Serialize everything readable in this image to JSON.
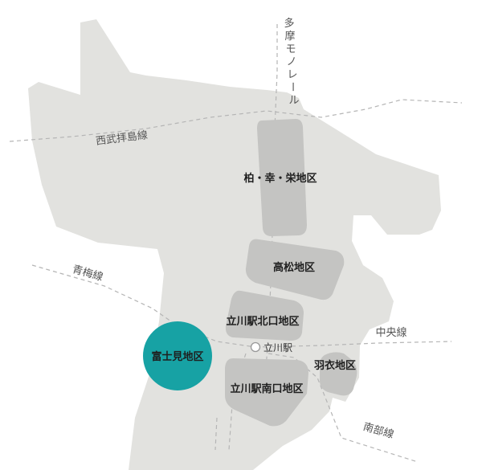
{
  "colors": {
    "city": "#e2e2df",
    "district": "#c4c4c2",
    "highlight": "#17a2a4",
    "rail": "#b5b5b5"
  },
  "railway_lines": {
    "tama_monorail": [
      "多",
      "摩",
      "モ",
      "ノ",
      "レ",
      "ー",
      "ル"
    ],
    "seibu_haijima": "西武拝島線",
    "ome": "青梅線",
    "chuo": "中央線",
    "nambu": "南部線"
  },
  "station": {
    "name": "立川駅",
    "icon": "station-circle-icon"
  },
  "districts": {
    "kashiwa_saiwai_sakae": "柏・幸・栄地区",
    "takamatsu": "高松地区",
    "tachikawa_north": "立川駅北口地区",
    "fujimi": "富士見地区",
    "tachikawa_south": "立川駅南口地区",
    "hagoromo": "羽衣地区"
  },
  "highlighted_district": "富士見地区"
}
